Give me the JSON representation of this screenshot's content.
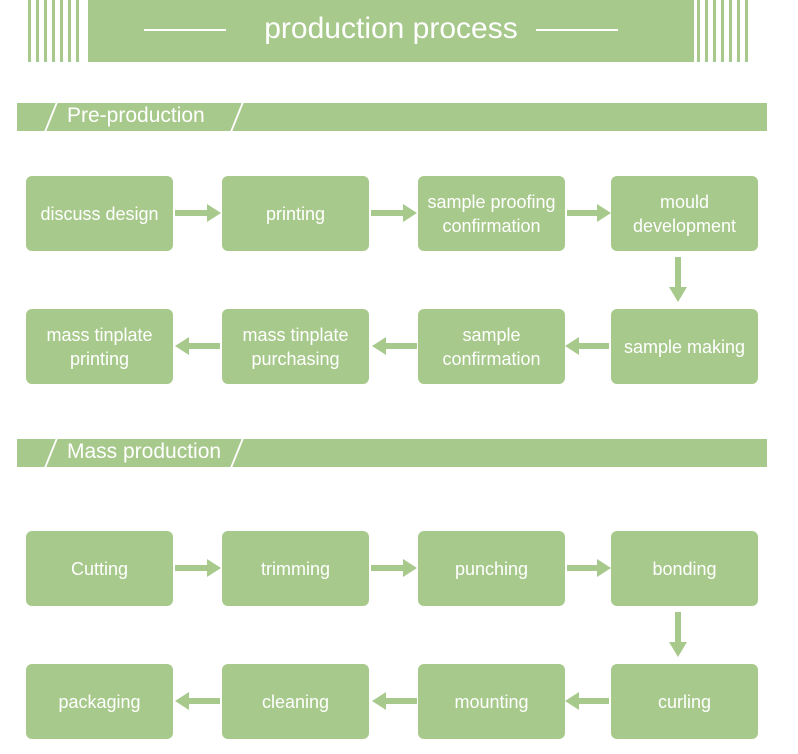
{
  "header": {
    "title": "production process"
  },
  "sections": [
    {
      "label": "Pre-production"
    },
    {
      "label": "Mass production"
    }
  ],
  "pre_production": {
    "steps": [
      "discuss design",
      "printing",
      "sample proofing\nconfirmation",
      "mould\ndevelopment",
      "sample making",
      "sample\nconfirmation",
      "mass tinplate\npurchasing",
      "mass tinplate\nprinting"
    ]
  },
  "mass_production": {
    "steps": [
      "Cutting",
      "trimming",
      "punching",
      "bonding",
      "curling",
      "mounting",
      "cleaning",
      "packaging"
    ]
  },
  "colors": {
    "accent": "#a8c98c",
    "text": "#ffffff"
  }
}
